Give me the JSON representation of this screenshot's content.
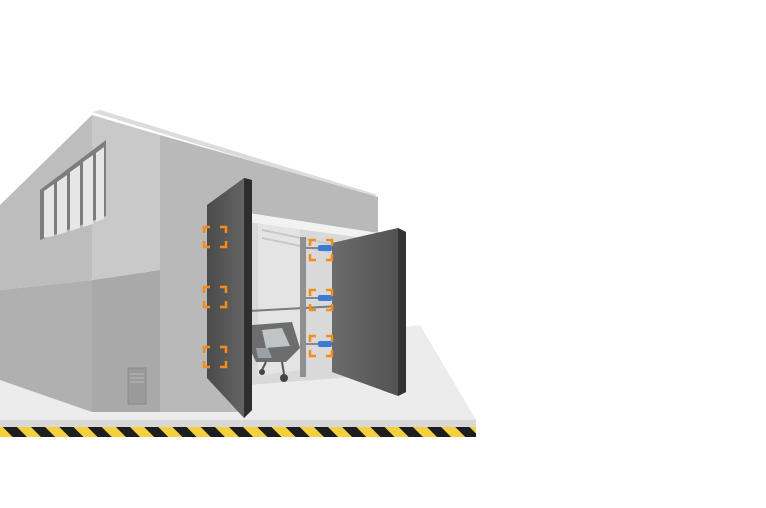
{
  "scene": {
    "subject": "aircraft-hangar-with-hinged-doors",
    "colors": {
      "background": "#ffffff",
      "wall_light": "#c6c6c6",
      "wall_mid": "#b5b5b5",
      "wall_dark": "#9c9c9c",
      "door_face": "#5c5c5c",
      "door_edge": "#2e2e2e",
      "marker_orange": "#f28c1b",
      "floor": "#ebebeb",
      "hazard_yellow": "#f4d03f",
      "hazard_black": "#1e1e1e",
      "rod_blue": "#3a7bd5"
    },
    "left_door_markers": 3,
    "right_door_markers": 3,
    "rods": 3
  }
}
